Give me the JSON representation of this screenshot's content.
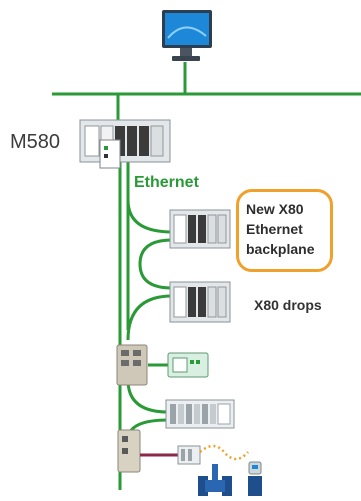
{
  "labels": {
    "cpu_name": "M580",
    "network_name": "Ethernet",
    "drops": "X80 drops"
  },
  "callout": {
    "lines": [
      "New X80",
      "Ethernet",
      "backplane"
    ]
  },
  "colors": {
    "ethernet_line": "#2a9a37",
    "callout_border": "#f0a12c",
    "serial_line": "#8a2a4a",
    "dotted_link": "#f0a12c"
  },
  "icons": [
    "workstation-monitor-icon",
    "m580-rack-icon",
    "x80-rack-icon",
    "ethernet-switch-icon",
    "hmi-terminal-icon",
    "io-island-icon",
    "gateway-icon",
    "valve-icon",
    "flow-sensor-icon"
  ]
}
